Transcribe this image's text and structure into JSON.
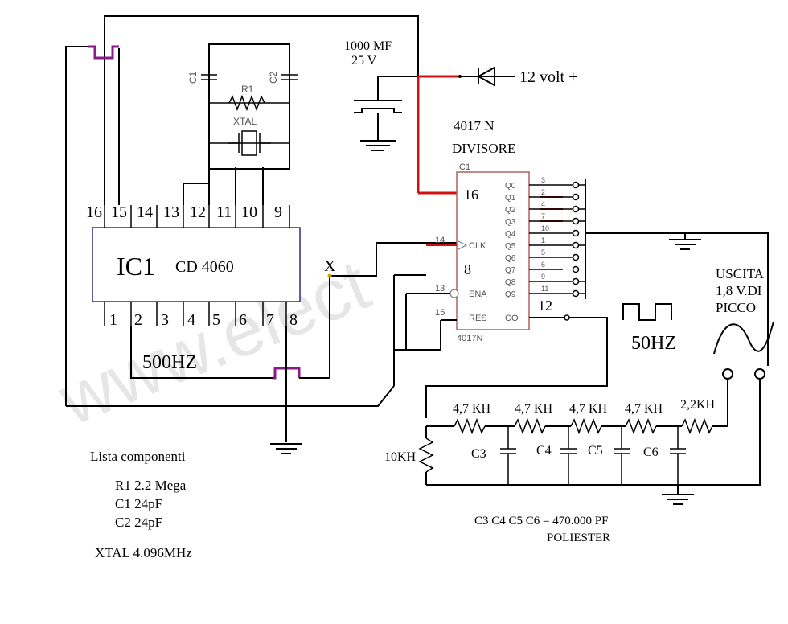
{
  "watermark": "www.elect",
  "capacitor_main": {
    "line1": "1000 MF",
    "line2": "25 V"
  },
  "supply": {
    "label": "12 volt +"
  },
  "ic_4017": {
    "title": "4017 N",
    "subtitle": "DIVISORE",
    "ref_small": "IC1",
    "part_small": "4017N",
    "pin16_label": "16",
    "pin8_label": "8",
    "pin12_label": "12",
    "clk_label": "CLK",
    "ena_label": "ENA",
    "res_label": "RES",
    "co_label": "CO",
    "clk_pin": "14",
    "ena_pin": "13",
    "res_pin": "15",
    "outputs": [
      "Q0",
      "Q1",
      "Q2",
      "Q3",
      "Q4",
      "Q5",
      "Q6",
      "Q7",
      "Q8",
      "Q9"
    ],
    "output_pins": [
      "3",
      "2",
      "4",
      "7",
      "10",
      "1",
      "5",
      "6",
      "9",
      "11"
    ]
  },
  "ic_4060": {
    "name": "IC1",
    "part": "CD 4060",
    "top_pins": [
      "16",
      "15",
      "14",
      "13",
      "12",
      "11",
      "10",
      "9"
    ],
    "bottom_pins": [
      "1",
      "2",
      "3",
      "4",
      "5",
      "6",
      "7",
      "8"
    ],
    "x_mark": "X"
  },
  "oscillator": {
    "c1": "C1",
    "c2": "C2",
    "r1": "R1",
    "xtal": "XTAL"
  },
  "freq_500": "500HZ",
  "freq_50": "50HZ",
  "output_label": {
    "line1": "USCITA",
    "line2": "1,8 V.DI",
    "line3": "PICCO"
  },
  "filter": {
    "r1": "4,7 KH",
    "r2": "4,7 KH",
    "r3": "4,7 KH",
    "r4": "4,7 KH",
    "r5": "2,2KH",
    "c3": "C3",
    "c4": "C4",
    "c5": "C5",
    "c6": "C6",
    "r_load": "10KH",
    "cap_note": "C3 C4 C5 C6 = 470.000 PF",
    "cap_type": "POLIESTER"
  },
  "components": {
    "title": "Lista componenti",
    "r1": "R1  2.2 Mega",
    "c1": "C1   24pF",
    "c2": "C2   24pF",
    "xtal": "XTAL  4.096MHz"
  }
}
